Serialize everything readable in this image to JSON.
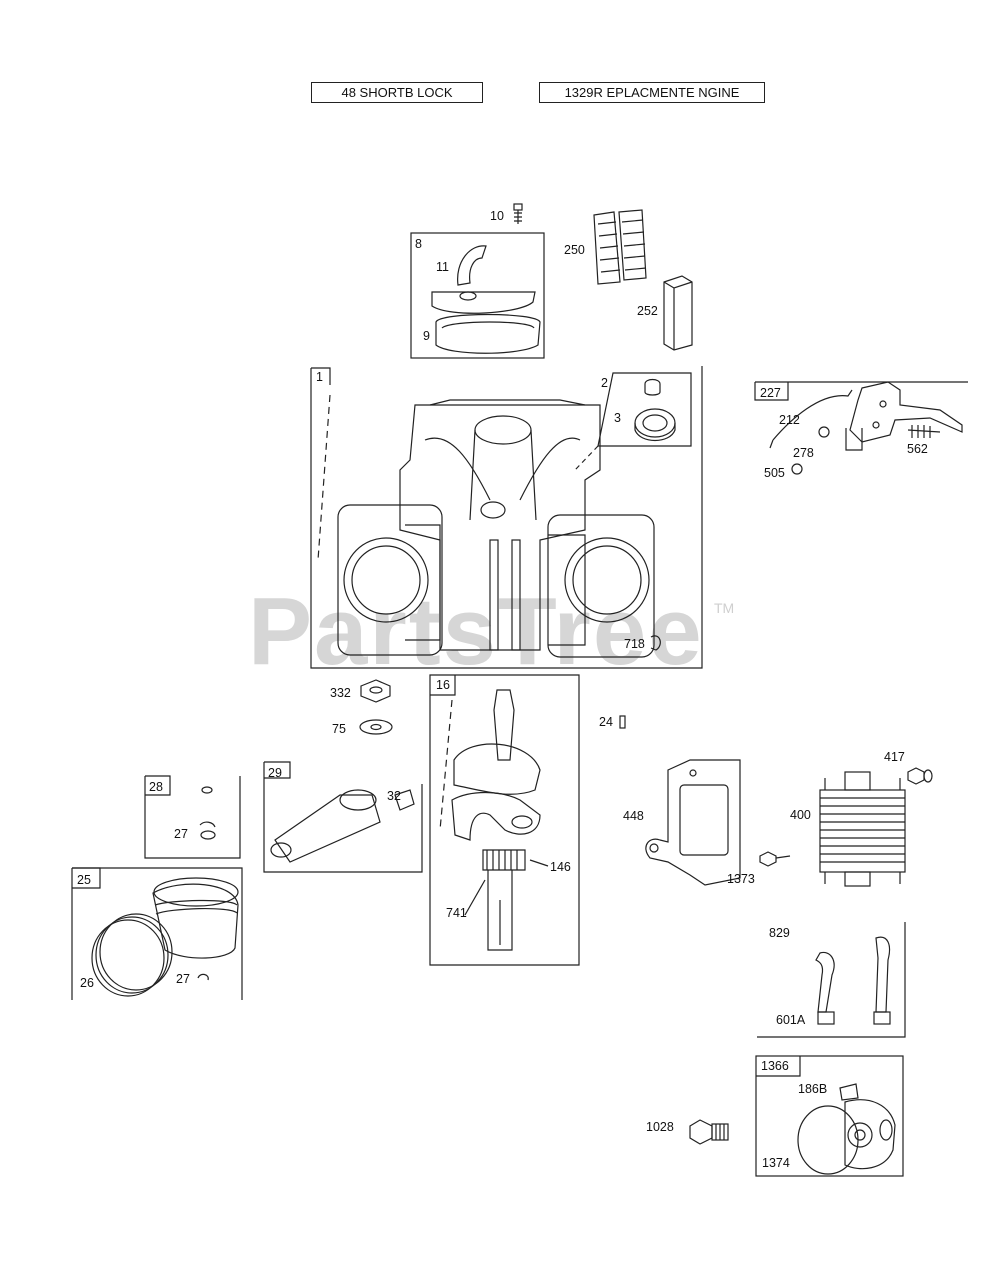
{
  "header": {
    "block_label": "48 SHORTB LOCK",
    "engine_label": "1329R EPLACMENTE NGINE"
  },
  "watermark": {
    "text": "PartsTree",
    "tm": "TM"
  },
  "callouts": {
    "c10": "10",
    "c8": "8",
    "c11": "11",
    "c9": "9",
    "c250": "250",
    "c252": "252",
    "c1": "1",
    "c2": "2",
    "c3": "3",
    "c227": "227",
    "c212": "212",
    "c278": "278",
    "c505": "505",
    "c562": "562",
    "c718": "718",
    "c332": "332",
    "c75": "75",
    "c16": "16",
    "c24": "24",
    "c417": "417",
    "c28": "28",
    "c27a": "27",
    "c29": "29",
    "c32": "32",
    "c448": "448",
    "c400": "400",
    "c1373": "1373",
    "c146": "146",
    "c25": "25",
    "c26": "26",
    "c27b": "27",
    "c741": "741",
    "c829": "829",
    "c601A": "601A",
    "c1366": "1366",
    "c186B": "186B",
    "c1028": "1028",
    "c1374": "1374"
  }
}
